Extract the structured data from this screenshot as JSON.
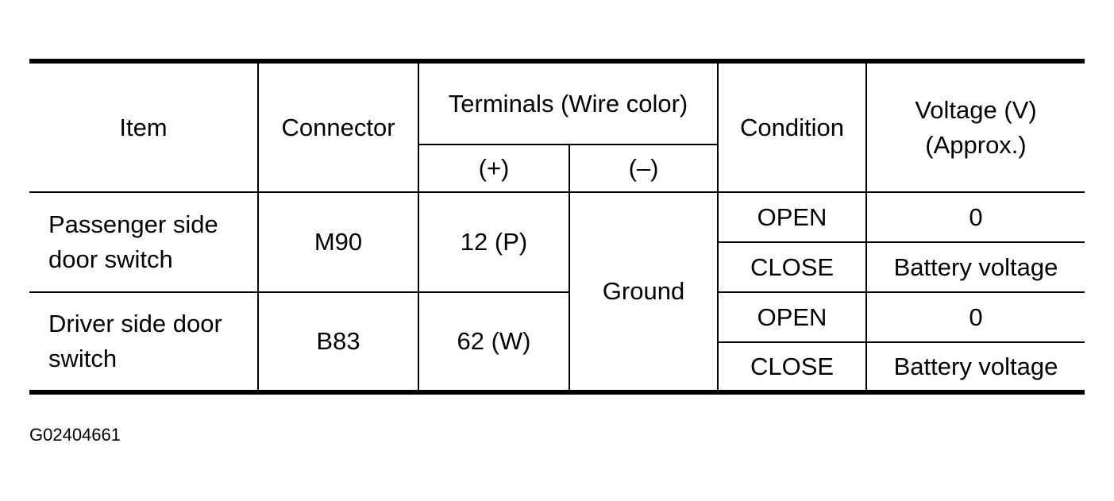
{
  "table": {
    "headers": {
      "item": "Item",
      "connector": "Connector",
      "terminals": "Terminals (Wire color)",
      "terminal_plus": "(+)",
      "terminal_minus": "(–)",
      "condition": "Condition",
      "voltage": "Voltage (V) (Approx.)"
    },
    "rows": [
      {
        "item": "Passenger side door switch",
        "connector": "M90",
        "terminal_plus": "12 (P)",
        "states": [
          {
            "condition": "OPEN",
            "voltage": "0"
          },
          {
            "condition": "CLOSE",
            "voltage": "Battery voltage"
          }
        ]
      },
      {
        "item": "Driver side door switch",
        "connector": "B83",
        "terminal_plus": "62 (W)",
        "states": [
          {
            "condition": "OPEN",
            "voltage": "0"
          },
          {
            "condition": "CLOSE",
            "voltage": "Battery voltage"
          }
        ]
      }
    ],
    "terminal_minus_value": "Ground"
  },
  "figure_code": "G02404661"
}
